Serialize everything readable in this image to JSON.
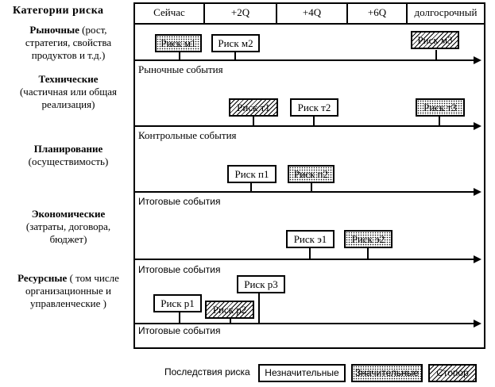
{
  "title": "Категории риска",
  "columns": [
    "Сейчас",
    "+2Q",
    "+4Q",
    "+6Q",
    "долгосрочный"
  ],
  "categories": [
    {
      "name": "Рыночные",
      "desc1": " (рост,",
      "desc2": "стратегия, свойства",
      "desc3": "продуктов и т.д.)"
    },
    {
      "name": "Технические",
      "desc1": "(частичная или общая",
      "desc2": "реализация)"
    },
    {
      "name": "Планирование",
      "desc1": "(осуществимость)"
    },
    {
      "name": "Экономические",
      "desc1": "(затраты, договора,",
      "desc2": "бюджет)"
    },
    {
      "name": "Ресурсные",
      "desc1": " ( том числе",
      "desc2": "организационные и",
      "desc3": "управленческие )"
    }
  ],
  "events": [
    "Рыночные события",
    "Контрольные события",
    "Итоговые события",
    "Итоговые события",
    "Итоговые события"
  ],
  "risks": {
    "m1": {
      "label": "Риск м1",
      "severity": "significant"
    },
    "m2": {
      "label": "Риск м2",
      "severity": "minor"
    },
    "m3": {
      "label": "Риск м3",
      "severity": "stopper"
    },
    "t1": {
      "label": "Риск т1",
      "severity": "stopper"
    },
    "t2": {
      "label": "Риск т2",
      "severity": "minor"
    },
    "t3": {
      "label": "Риск т3",
      "severity": "significant"
    },
    "p1": {
      "label": "Риск п1",
      "severity": "minor"
    },
    "p2": {
      "label": "Риск п2",
      "severity": "significant"
    },
    "e1": {
      "label": "Риск э1",
      "severity": "minor"
    },
    "e2": {
      "label": "Риск э2",
      "severity": "significant"
    },
    "r1": {
      "label": "Риск р1",
      "severity": "minor"
    },
    "r2": {
      "label": "Риск р2",
      "severity": "stopper"
    },
    "r3": {
      "label": "Риск р3",
      "severity": "minor"
    }
  },
  "legend": {
    "title": "Последствия риска",
    "minor": "Незначительные",
    "significant": "Значительные",
    "stopper": "Стопор"
  }
}
